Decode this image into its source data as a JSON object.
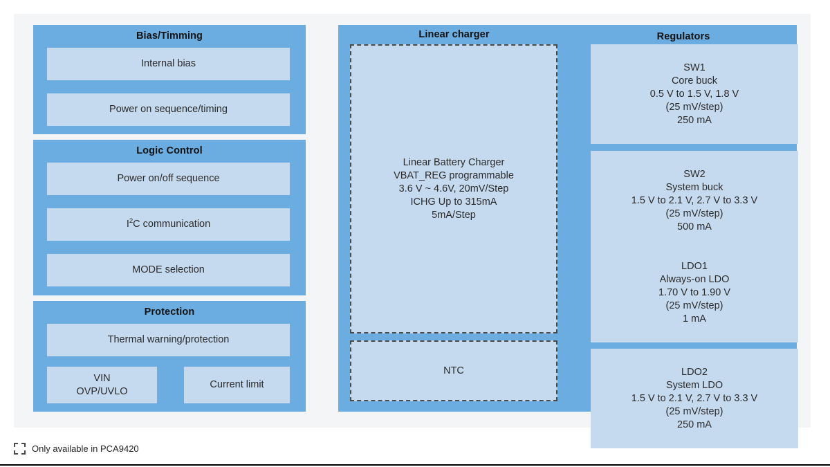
{
  "colors": {
    "page_background": "#ffffff",
    "canvas_background": "#f4f5f7",
    "panel_blue": "#6badE1",
    "block_light_blue": "#c6daef",
    "dashed_border": "#4a4a4a",
    "text": "#2a2a2a",
    "title_text": "#121212",
    "rule": "#000000"
  },
  "groups": {
    "bias_timing": {
      "title": "Bias/Timming",
      "blocks": [
        {
          "name": "internal-bias",
          "lines": [
            "Internal bias"
          ]
        },
        {
          "name": "power-on-sequence-timing",
          "lines": [
            "Power on sequence/timing"
          ]
        }
      ]
    },
    "logic_control": {
      "title": "Logic Control",
      "blocks": [
        {
          "name": "power-on-off-sequence",
          "lines": [
            "Power on/off sequence"
          ]
        },
        {
          "name": "i2c-communication",
          "lines": [
            "I2C communication"
          ],
          "html": "I<sup>2</sup>C communication"
        },
        {
          "name": "mode-selection",
          "lines": [
            "MODE selection"
          ]
        }
      ]
    },
    "protection": {
      "title": "Protection",
      "blocks": [
        {
          "name": "thermal-warning-protection",
          "lines": [
            "Thermal warning/protection"
          ]
        },
        {
          "name": "vin-ovp-uvlo",
          "lines": [
            "VIN",
            "OVP/UVLO"
          ]
        },
        {
          "name": "current-limit",
          "lines": [
            "Current limit"
          ]
        }
      ]
    },
    "linear_charger": {
      "title": "Linear charger",
      "blocks": [
        {
          "name": "linear-battery-charger",
          "dashed": true,
          "lines": [
            "Linear Battery Charger",
            "VBAT_REG programmable",
            "3.6 V ~ 4.6V, 20mV/Step",
            "ICHG Up to 315mA",
            "5mA/Step"
          ]
        },
        {
          "name": "ntc",
          "dashed": true,
          "lines": [
            "NTC"
          ]
        }
      ]
    },
    "regulators": {
      "title": "Regulators",
      "blocks": [
        {
          "name": "sw1",
          "lines": [
            "SW1",
            "Core buck",
            "0.5 V to 1.5 V, 1.8 V",
            "(25 mV/step)",
            "250 mA"
          ]
        },
        {
          "name": "sw2",
          "lines": [
            "SW2",
            "System buck",
            "1.5 V to 2.1 V, 2.7 V to 3.3 V",
            "(25 mV/step)",
            "500 mA"
          ]
        },
        {
          "name": "ldo1",
          "lines": [
            "LDO1",
            "Always-on LDO",
            "1.70 V to 1.90 V",
            "(25 mV/step)",
            "1 mA"
          ]
        },
        {
          "name": "ldo2",
          "lines": [
            "LDO2",
            "System LDO",
            "1.5 V to 2.1 V, 2.7 V to 3.3 V",
            "(25 mV/step)",
            "250 mA"
          ]
        }
      ]
    }
  },
  "legend": {
    "swatch_style": "dashed-outline",
    "text": "Only available in PCA9420"
  }
}
